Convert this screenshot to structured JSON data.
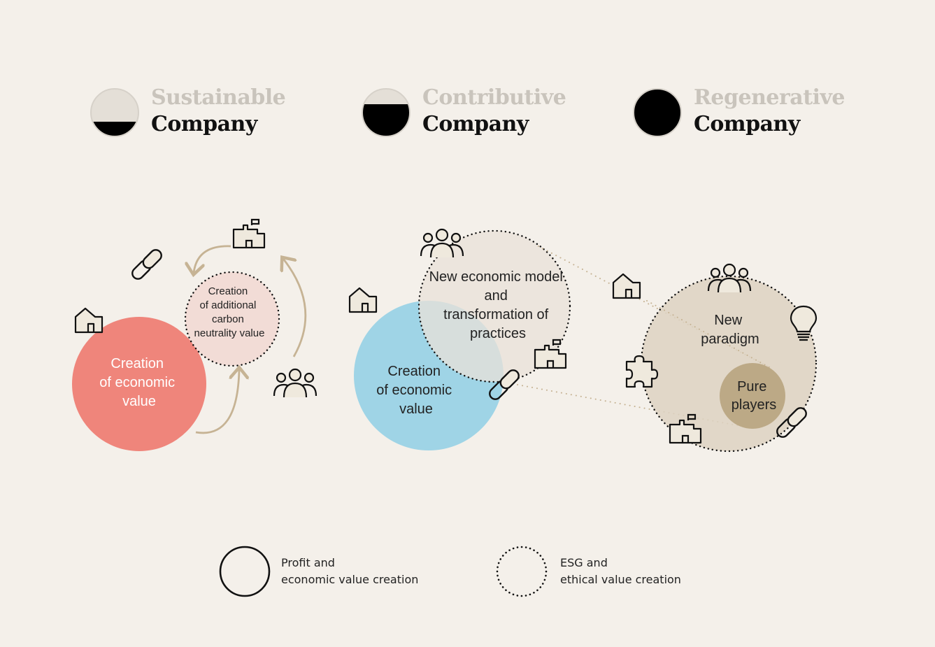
{
  "stages": [
    {
      "line1": "Sustainable",
      "line2": "Company",
      "fill_level": 0.3
    },
    {
      "line1": "Contributive",
      "line2": "Company",
      "fill_level": 0.65
    },
    {
      "line1": "Regenerative",
      "line2": "Company",
      "fill_level": 1.0
    }
  ],
  "sustainable": {
    "economic": [
      "Creation",
      "of economic",
      "value"
    ],
    "carbon": [
      "Creation",
      "of additional",
      "carbon",
      "neutrality value"
    ]
  },
  "contributive": {
    "model": [
      "New economic model",
      "and",
      "transformation of",
      "practices"
    ],
    "economic": [
      "Creation",
      "of economic",
      "value"
    ]
  },
  "regenerative": {
    "paradigm": [
      "New",
      "paradigm"
    ],
    "pure": [
      "Pure",
      "players"
    ]
  },
  "legend": {
    "solid": [
      "Profit and",
      "economic value creation"
    ],
    "dotted": [
      "ESG and",
      "ethical value creation"
    ]
  },
  "colors": {
    "background": "#f4f0ea",
    "economic_red": "#ef857b",
    "carbon_pink": "#f2dcd6",
    "economic_blue": "#9fd4e6",
    "model_beige": "#e9e2d8",
    "paradigm_beige": "#ddd2c2",
    "pure_tan": "#bca986",
    "arrow_tan": "#c6b394"
  }
}
